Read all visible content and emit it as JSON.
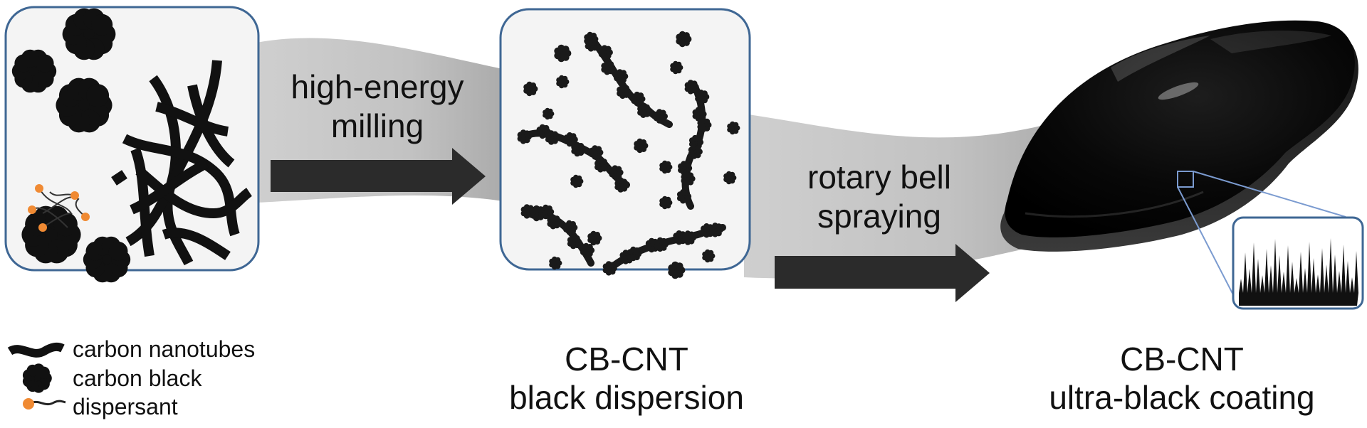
{
  "steps": {
    "milling": [
      "high-energy",
      "milling"
    ],
    "spraying": [
      "rotary bell",
      "spraying"
    ]
  },
  "captions": {
    "dispersion": [
      "CB-CNT",
      "black dispersion"
    ],
    "coating": [
      "CB-CNT",
      "ultra-black coating"
    ]
  },
  "legend": [
    {
      "icon": "carbon-nanotube-icon",
      "label": "carbon nanotubes"
    },
    {
      "icon": "carbon-black-icon",
      "label": "carbon black"
    },
    {
      "icon": "dispersant-icon",
      "label": "dispersant"
    }
  ],
  "colors": {
    "panel_border": "#3f6794",
    "panel_fill": "#f4f4f4",
    "ribbon": "#c9c9c9",
    "arrow": "#2b2b2b",
    "dispersant": "#f08a33",
    "zoom_line": "#7b9bd0",
    "coating": "#070707"
  }
}
